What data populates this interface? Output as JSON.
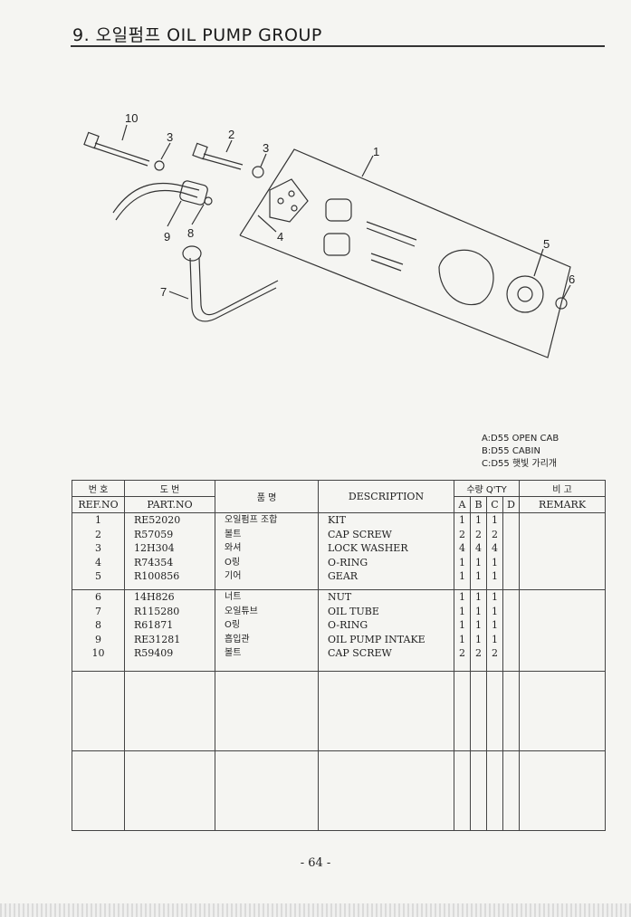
{
  "title": "9. 오일펌프  OIL PUMP GROUP",
  "callouts": [
    "10",
    "3",
    "2",
    "3",
    "1",
    "9",
    "8",
    "4",
    "7",
    "5",
    "6"
  ],
  "legend": [
    "A:D55 OPEN CAB",
    "B:D55 CABIN",
    "C:D55 햇빛 가리개"
  ],
  "table": {
    "h_ref_ko": "번 호",
    "h_ref_en": "REF.NO",
    "h_part_ko": "도  번",
    "h_part_en": "PART.NO",
    "h_name_ko": "품    명",
    "h_desc": "DESCRIPTION",
    "h_qty": "수량 Q'TY",
    "h_qty_cols": [
      "A",
      "B",
      "C",
      "D"
    ],
    "h_remark_ko": "비   고",
    "h_remark_en": "REMARK",
    "group1": {
      "ref": "1\n2\n3\n4\n5",
      "part": "RE52020\nR57059\n12H304\nR74354\nR100856",
      "name": "오일펌프 조합\n볼트\n와셔\nO링\n기어",
      "desc": "KIT\nCAP SCREW\nLOCK WASHER\nO-RING\nGEAR",
      "qa": "1\n2\n4\n1\n1",
      "qb": "1\n2\n4\n1\n1",
      "qc": "1\n2\n4\n1\n1",
      "qd": ""
    },
    "group2": {
      "ref": "6\n7\n8\n9\n10",
      "part": "14H826\nR115280\nR61871\nRE31281\nR59409",
      "name": "너트\n오일튜브\nO링\n흡입관\n볼트",
      "desc": "NUT\nOIL TUBE\nO-RING\nOIL PUMP INTAKE\nCAP SCREW",
      "qa": "1\n1\n1\n1\n2",
      "qb": "1\n1\n1\n1\n2",
      "qc": "1\n1\n1\n1\n2",
      "qd": ""
    }
  },
  "page_number": "- 64 -"
}
